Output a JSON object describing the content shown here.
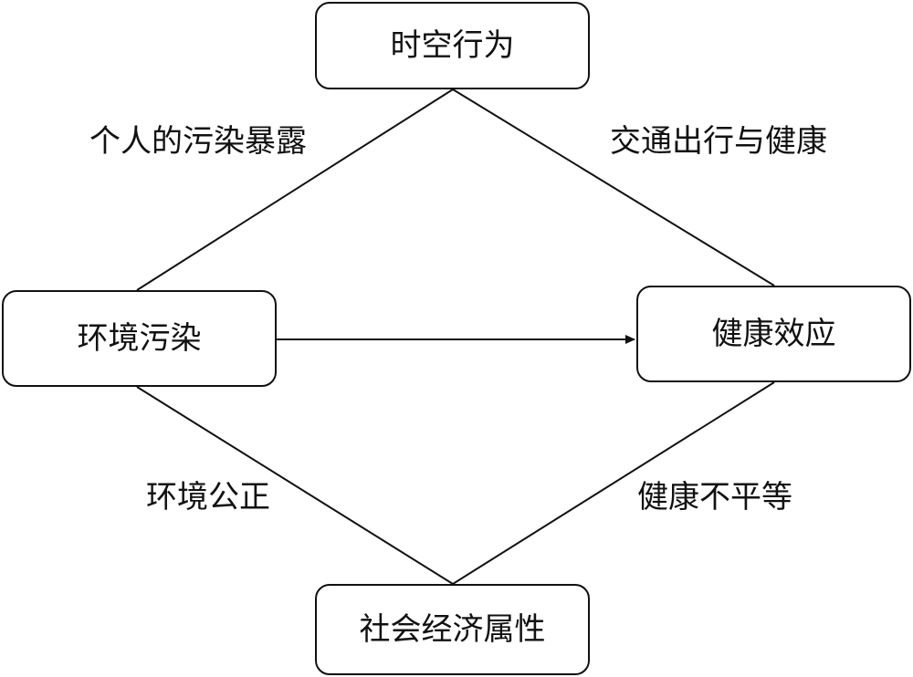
{
  "nodes": {
    "top": "时空行为",
    "left": "环境污染",
    "right": "健康效应",
    "bottom": "社会经济属性"
  },
  "edge_labels": {
    "top_left": "个人的污染暴露",
    "top_right": "交通出行与健康",
    "bottom_left": "环境公正",
    "bottom_right": "健康不平等"
  }
}
